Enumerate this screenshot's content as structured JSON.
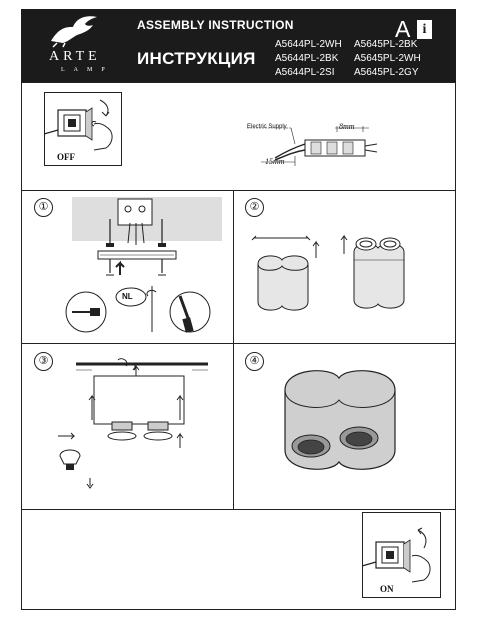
{
  "header": {
    "brand": "ARTE",
    "brand_sub": "LAMP",
    "title_en": "ASSEMBLY INSTRUCTION",
    "title_ru": "ИНСТРУКЦИЯ",
    "info_letter": "A",
    "info_icon": "i",
    "models": [
      "A5644PL-2WH",
      "A5645PL-2BK",
      "A5644PL-2BK",
      "A5645PL-2WH",
      "A5644PL-2SI",
      "A5645PL-2GY"
    ]
  },
  "intro": {
    "off_label": "OFF",
    "electric_supply": "Electric Supply",
    "dim_8mm": "8mm",
    "dim_15mm": "15mm"
  },
  "steps": {
    "s1": "①",
    "s2": "②",
    "s3": "③",
    "s4": "④",
    "nl_label": "NL"
  },
  "footer": {
    "on_label": "ON"
  },
  "icons": [
    "arte-griffin-icon",
    "info-book-icon",
    "switch-hand-icon",
    "wire-strip-icon",
    "screwdriver-icon",
    "lamp-bulb-icon",
    "arrow-up-icon"
  ]
}
